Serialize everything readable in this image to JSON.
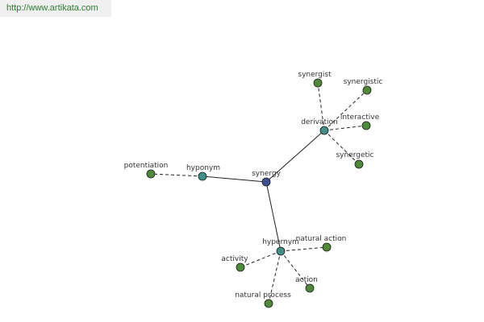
{
  "header": {
    "url": "http://www.artikata.com"
  },
  "colors": {
    "center": "#3d4f8f",
    "relation": "#3f8f86",
    "leaf": "#4f8a3a",
    "edge": "#222222"
  },
  "nodes": [
    {
      "id": "synergy",
      "label": "synergy",
      "kind": "center"
    },
    {
      "id": "derivation",
      "label": "derivation",
      "kind": "relation"
    },
    {
      "id": "hyponym",
      "label": "hyponym",
      "kind": "relation"
    },
    {
      "id": "hypernym",
      "label": "hypernym",
      "kind": "relation"
    },
    {
      "id": "synergist",
      "label": "synergist",
      "kind": "leaf"
    },
    {
      "id": "synergistic",
      "label": "synergistic",
      "kind": "leaf"
    },
    {
      "id": "interactive",
      "label": "interactive",
      "kind": "leaf"
    },
    {
      "id": "synergetic",
      "label": "synergetic",
      "kind": "leaf"
    },
    {
      "id": "potentiation",
      "label": "potentiation",
      "kind": "leaf"
    },
    {
      "id": "natural-action",
      "label": "natural action",
      "kind": "leaf"
    },
    {
      "id": "activity",
      "label": "activity",
      "kind": "leaf"
    },
    {
      "id": "action",
      "label": "action",
      "kind": "leaf"
    },
    {
      "id": "natural-process",
      "label": "natural process",
      "kind": "leaf"
    }
  ],
  "edges": [
    {
      "from": "synergy",
      "to": "derivation",
      "style": "solid"
    },
    {
      "from": "synergy",
      "to": "hyponym",
      "style": "solid"
    },
    {
      "from": "synergy",
      "to": "hypernym",
      "style": "solid"
    },
    {
      "from": "derivation",
      "to": "synergist",
      "style": "dashed"
    },
    {
      "from": "derivation",
      "to": "synergistic",
      "style": "dashed"
    },
    {
      "from": "derivation",
      "to": "interactive",
      "style": "dashed"
    },
    {
      "from": "derivation",
      "to": "synergetic",
      "style": "dashed"
    },
    {
      "from": "hyponym",
      "to": "potentiation",
      "style": "dashed"
    },
    {
      "from": "hypernym",
      "to": "natural-action",
      "style": "dashed"
    },
    {
      "from": "hypernym",
      "to": "activity",
      "style": "dashed"
    },
    {
      "from": "hypernym",
      "to": "action",
      "style": "dashed"
    },
    {
      "from": "hypernym",
      "to": "natural-process",
      "style": "dashed"
    }
  ]
}
